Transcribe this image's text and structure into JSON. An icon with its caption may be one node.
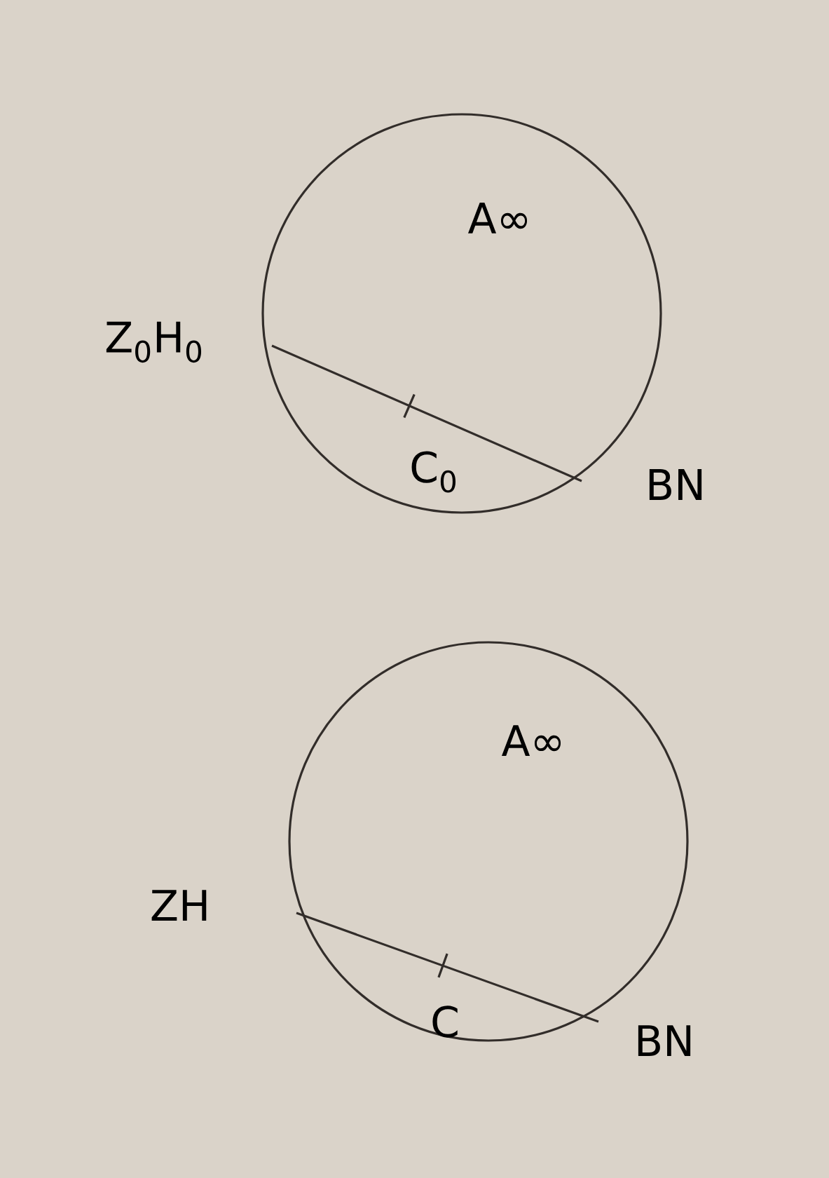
{
  "diagram": {
    "nodes": [
      {
        "text": [
          "A∞"
        ]
      },
      {
        "text": [
          "A∞"
        ]
      }
    ],
    "labels": [
      "Z$_{0}$H$_{0}$",
      "C$_{0}$",
      "BN",
      "ZH",
      "C",
      "BN"
    ]
  }
}
